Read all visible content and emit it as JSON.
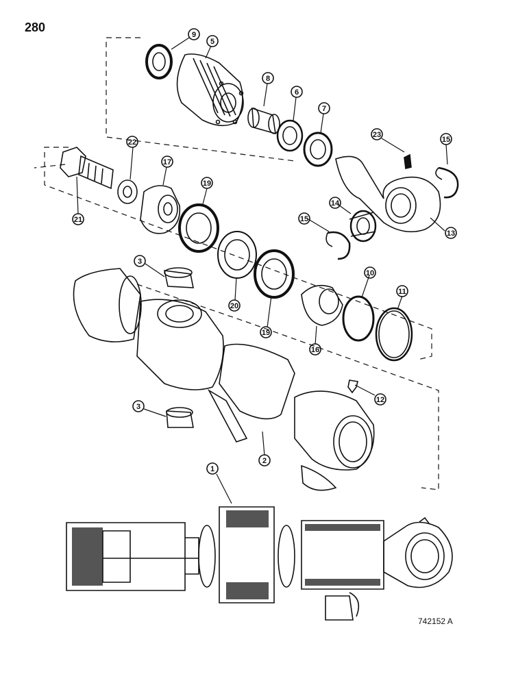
{
  "page_number": "280",
  "figure_code": "742152 A",
  "callouts": [
    {
      "id": "c1",
      "label": "1"
    },
    {
      "id": "c2",
      "label": "2"
    },
    {
      "id": "c3a",
      "label": "3"
    },
    {
      "id": "c3b",
      "label": "3"
    },
    {
      "id": "c5",
      "label": "5"
    },
    {
      "id": "c6",
      "label": "6"
    },
    {
      "id": "c7",
      "label": "7"
    },
    {
      "id": "c8",
      "label": "8"
    },
    {
      "id": "c9",
      "label": "9"
    },
    {
      "id": "c10",
      "label": "10"
    },
    {
      "id": "c11",
      "label": "11"
    },
    {
      "id": "c12",
      "label": "12"
    },
    {
      "id": "c13",
      "label": "13"
    },
    {
      "id": "c14",
      "label": "14"
    },
    {
      "id": "c15a",
      "label": "15"
    },
    {
      "id": "c15b",
      "label": "15"
    },
    {
      "id": "c16",
      "label": "16"
    },
    {
      "id": "c17",
      "label": "17"
    },
    {
      "id": "c19a",
      "label": "19"
    },
    {
      "id": "c19b",
      "label": "19"
    },
    {
      "id": "c20",
      "label": "20"
    },
    {
      "id": "c21",
      "label": "21"
    },
    {
      "id": "c22",
      "label": "22"
    },
    {
      "id": "c23",
      "label": "23"
    }
  ]
}
